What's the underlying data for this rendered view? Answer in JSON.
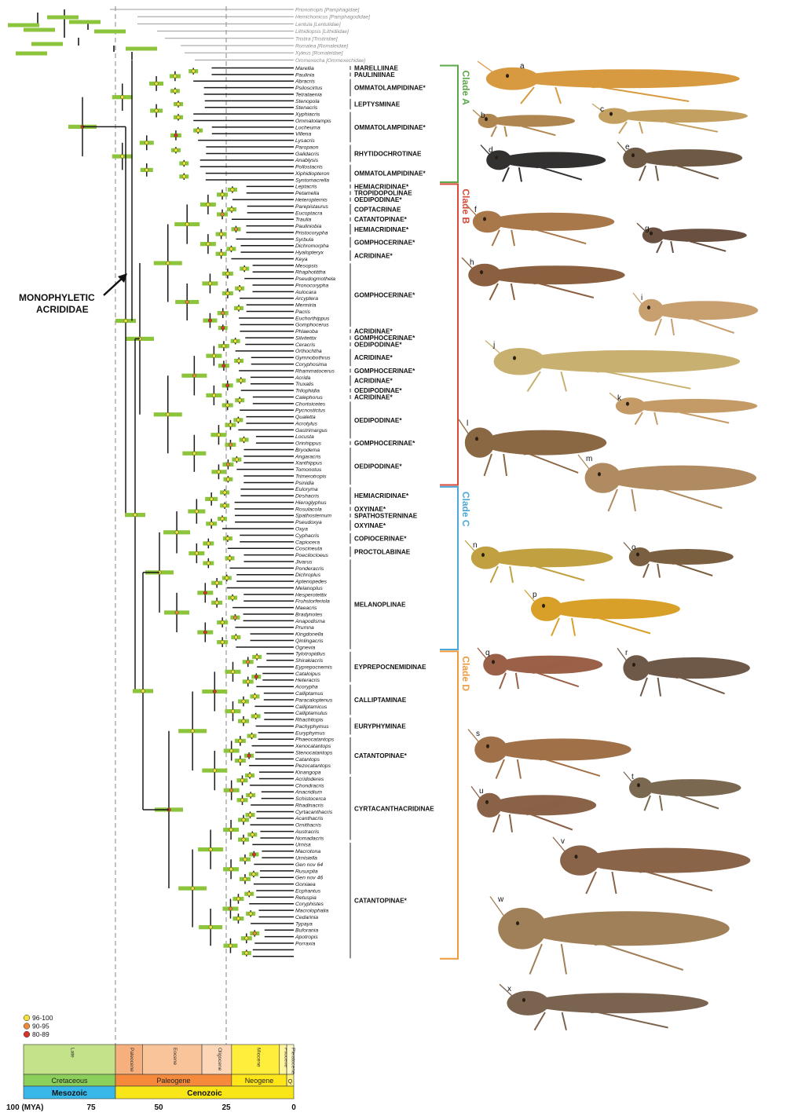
{
  "outgroup_taxa": [
    "Prionotropis [Pamphagidae]",
    "Hemichonicus [Pamphagodidae]",
    "Lentula [Lentulidae]",
    "Lithidiopsis [Lithidiidae]",
    "Tristira [Tristiridae]",
    "Romalea [Romaleidae]",
    "Xyleus [Romaleidae]",
    "Ommexecha [Ommexechidae]"
  ],
  "taxa": [
    "Marellia",
    "Paulinia",
    "Abracris",
    "Psiloscirtus",
    "Tetrataenia",
    "Stenopola",
    "Stenacris",
    "Xyphiacris",
    "Ommatolampis",
    "Locheuma",
    "Villena",
    "Lysacris",
    "Paropaon",
    "Galidacris",
    "Anablysis",
    "Pollostacris",
    "Xiphidiopteron",
    "Syntomacrella",
    "Leptacris",
    "Petamella",
    "Heteropternis",
    "Parepistaurus",
    "Eucoptacra",
    "Traulia",
    "Pauliniobia",
    "Pristocorypha",
    "Syrbula",
    "Dichromorpha",
    "Hyalopteryx",
    "Keya",
    "Mesopsis",
    "Rhaphotittha",
    "Pseudogmothela",
    "Pronocorypha",
    "Aulocara",
    "Arcyptera",
    "Mermiria",
    "Pacris",
    "Euchorthippus",
    "Gomphocerus",
    "Phlaeoba",
    "Silvitettix",
    "Ceracris",
    "Orthochtha",
    "Gymnobothrus",
    "Coryphosima",
    "Rhammatocerus",
    "Acrida",
    "Truxalis",
    "Trilophidia",
    "Calephorus",
    "Chortoicetes",
    "Pycnostictus",
    "Qualetta",
    "Acrotylus",
    "Gastrimargus",
    "Locusta",
    "Orinhippus",
    "Bryodema",
    "Angaracris",
    "Xanthippus",
    "Tomonotus",
    "Trimerotropis",
    "Psinidia",
    "Eulorymа",
    "Dirshacris",
    "Hieroglyphus",
    "Rosulacola",
    "Spathosternum",
    "Pseudoxya",
    "Oxya",
    "Cyphacris",
    "Capiocera",
    "Coscineuta",
    "Poecilocloeus",
    "Jivarus",
    "Ponderacris",
    "Dichroplus",
    "Aptenopedes",
    "Melanoplus",
    "Hesperotettix",
    "Fruhstorferiola",
    "Maeacris",
    "Bradynotes",
    "Anapodisma",
    "Prumna",
    "Kingdonella",
    "Qinlingacris",
    "Ognevia",
    "Tylotropidius",
    "Shirakiacris",
    "Eyprepocnemis",
    "Cataloipus",
    "Heteracris",
    "Acorypha",
    "Calliptamus",
    "Paracaloptenus",
    "Calliptamicus",
    "Calliptamulus",
    "Rhachitopis",
    "Pachyphymus",
    "Euryphymus",
    "Phaeocatantops",
    "Xenocatantops",
    "Stenocatantops",
    "Catantops",
    "Pezocatantops",
    "Kinangopa",
    "Acridoderes",
    "Chondracris",
    "Anacridium",
    "Schistocerca",
    "Rhadinacris",
    "Cyrtacanthacris",
    "Acanthacris",
    "Ornithacris",
    "Austracris",
    "Nomadacris",
    "Urnisa",
    "Macrotona",
    "Urnisiella",
    "Gen nov 64",
    "Rusurplia",
    "Gen nov 46",
    "Goniaea",
    "Ecphantus",
    "Retuspia",
    "Coryphistes",
    "Macrolophalia",
    "Cedarinia",
    "Typaya",
    "Buforania",
    "Apotropis",
    "Porraxia"
  ],
  "subfamilies": [
    {
      "name": "MARELLIINAE",
      "from": 0,
      "to": 0
    },
    {
      "name": "PAULINIINAE",
      "from": 1,
      "to": 1
    },
    {
      "name": "OMMATOLAMPIDINAE*",
      "from": 2,
      "to": 4
    },
    {
      "name": "LEPTYSMINAE",
      "from": 5,
      "to": 6
    },
    {
      "name": "OMMATOLAMPIDINAE*",
      "from": 7,
      "to": 11
    },
    {
      "name": "RHYTIDOCHROTINAE",
      "from": 12,
      "to": 14
    },
    {
      "name": "OMMATOLAMPIDINAE*",
      "from": 15,
      "to": 17
    },
    {
      "name": "HEMIACRIDINAE*",
      "from": 18,
      "to": 18
    },
    {
      "name": "TROPIDOPOLINAE",
      "from": 19,
      "to": 19
    },
    {
      "name": "OEDIPODINAE*",
      "from": 20,
      "to": 20
    },
    {
      "name": "COPTACRINAE",
      "from": 21,
      "to": 22
    },
    {
      "name": "CATANTOPINAE*",
      "from": 23,
      "to": 23
    },
    {
      "name": "HEMIACRIDINAE*",
      "from": 24,
      "to": 25
    },
    {
      "name": "GOMPHOCERINAE*",
      "from": 26,
      "to": 27
    },
    {
      "name": "ACRIDINAE*",
      "from": 28,
      "to": 29
    },
    {
      "name": "GOMPHOCERINAE*",
      "from": 30,
      "to": 39
    },
    {
      "name": "ACRIDINAE*",
      "from": 40,
      "to": 40
    },
    {
      "name": "GOMPHOCERINAE*",
      "from": 41,
      "to": 41
    },
    {
      "name": "OEDIPODINAE*",
      "from": 42,
      "to": 42
    },
    {
      "name": "ACRIDINAE*",
      "from": 43,
      "to": 45
    },
    {
      "name": "GOMPHOCERINAE*",
      "from": 46,
      "to": 46
    },
    {
      "name": "ACRIDINAE*",
      "from": 47,
      "to": 48
    },
    {
      "name": "OEDIPODINAE*",
      "from": 49,
      "to": 49
    },
    {
      "name": "ACRIDINAE*",
      "from": 50,
      "to": 50
    },
    {
      "name": "OEDIPODINAE*",
      "from": 51,
      "to": 56
    },
    {
      "name": "GOMPHOCERINAE*",
      "from": 57,
      "to": 57
    },
    {
      "name": "OEDIPODINAE*",
      "from": 58,
      "to": 63
    },
    {
      "name": "HEMIACRIDINAE*",
      "from": 64,
      "to": 66
    },
    {
      "name": "OXYINAE*",
      "from": 67,
      "to": 67
    },
    {
      "name": "SPATHOSTERNINAE",
      "from": 68,
      "to": 68
    },
    {
      "name": "OXYINAE*",
      "from": 69,
      "to": 70
    },
    {
      "name": "COPIOCERINAE*",
      "from": 71,
      "to": 72
    },
    {
      "name": "PROCTOLABINAE",
      "from": 73,
      "to": 74
    },
    {
      "name": "MELANOPLINAE",
      "from": 75,
      "to": 88
    },
    {
      "name": "EYPREPOCNEMIDINAE",
      "from": 89,
      "to": 93
    },
    {
      "name": "CALLIPTAMINAE",
      "from": 94,
      "to": 98
    },
    {
      "name": "EURYPHYMINAE",
      "from": 99,
      "to": 101
    },
    {
      "name": "CATANTOPINAE*",
      "from": 102,
      "to": 107
    },
    {
      "name": "CYRTACANTHACRIDINAE",
      "from": 108,
      "to": 117
    },
    {
      "name": "CATANTOPINAE*",
      "from": 118,
      "to": 135
    }
  ],
  "clades": [
    {
      "name": "Clade A",
      "from": 0,
      "to": 17,
      "color": "#5aa84a"
    },
    {
      "name": "Clade B",
      "from": 18,
      "to": 63,
      "color": "#d94a3a"
    },
    {
      "name": "Clade C",
      "from": 64,
      "to": 88,
      "color": "#4aa8d8"
    },
    {
      "name": "Clade D",
      "from": 89,
      "to": 135,
      "color": "#f09a3c"
    }
  ],
  "annotation": {
    "line1": "MONOPHYLETIC",
    "line2": "ACRIDIDAE"
  },
  "legend": [
    {
      "label": "96-100",
      "color": "#f4e23a"
    },
    {
      "label": "90-95",
      "color": "#f08a3a"
    },
    {
      "label": "80-89",
      "color": "#d8352a"
    }
  ],
  "timescale": {
    "epochs": [
      "Late",
      "Paleocene",
      "Eocene",
      "Oligocene",
      "Miocene",
      "Pliocene",
      "Pleistocene"
    ],
    "periods": [
      "Cretaceous",
      "Paleogene",
      "Neogene",
      "Q"
    ],
    "eras": [
      "Mesozoic",
      "Cenozoic"
    ],
    "axis_labels": [
      "100 (MYA)",
      "75",
      "50",
      "25",
      "0"
    ]
  },
  "photo_labels": [
    "a",
    "b",
    "c",
    "d",
    "e",
    "f",
    "g",
    "h",
    "i",
    "j",
    "k",
    "l",
    "m",
    "n",
    "o",
    "p",
    "q",
    "r",
    "s",
    "t",
    "u",
    "v",
    "w",
    "x"
  ],
  "colors": {
    "bar": "#8cc43c",
    "branch": "#1a1a1a",
    "outgroup": "#8a8a8a"
  }
}
